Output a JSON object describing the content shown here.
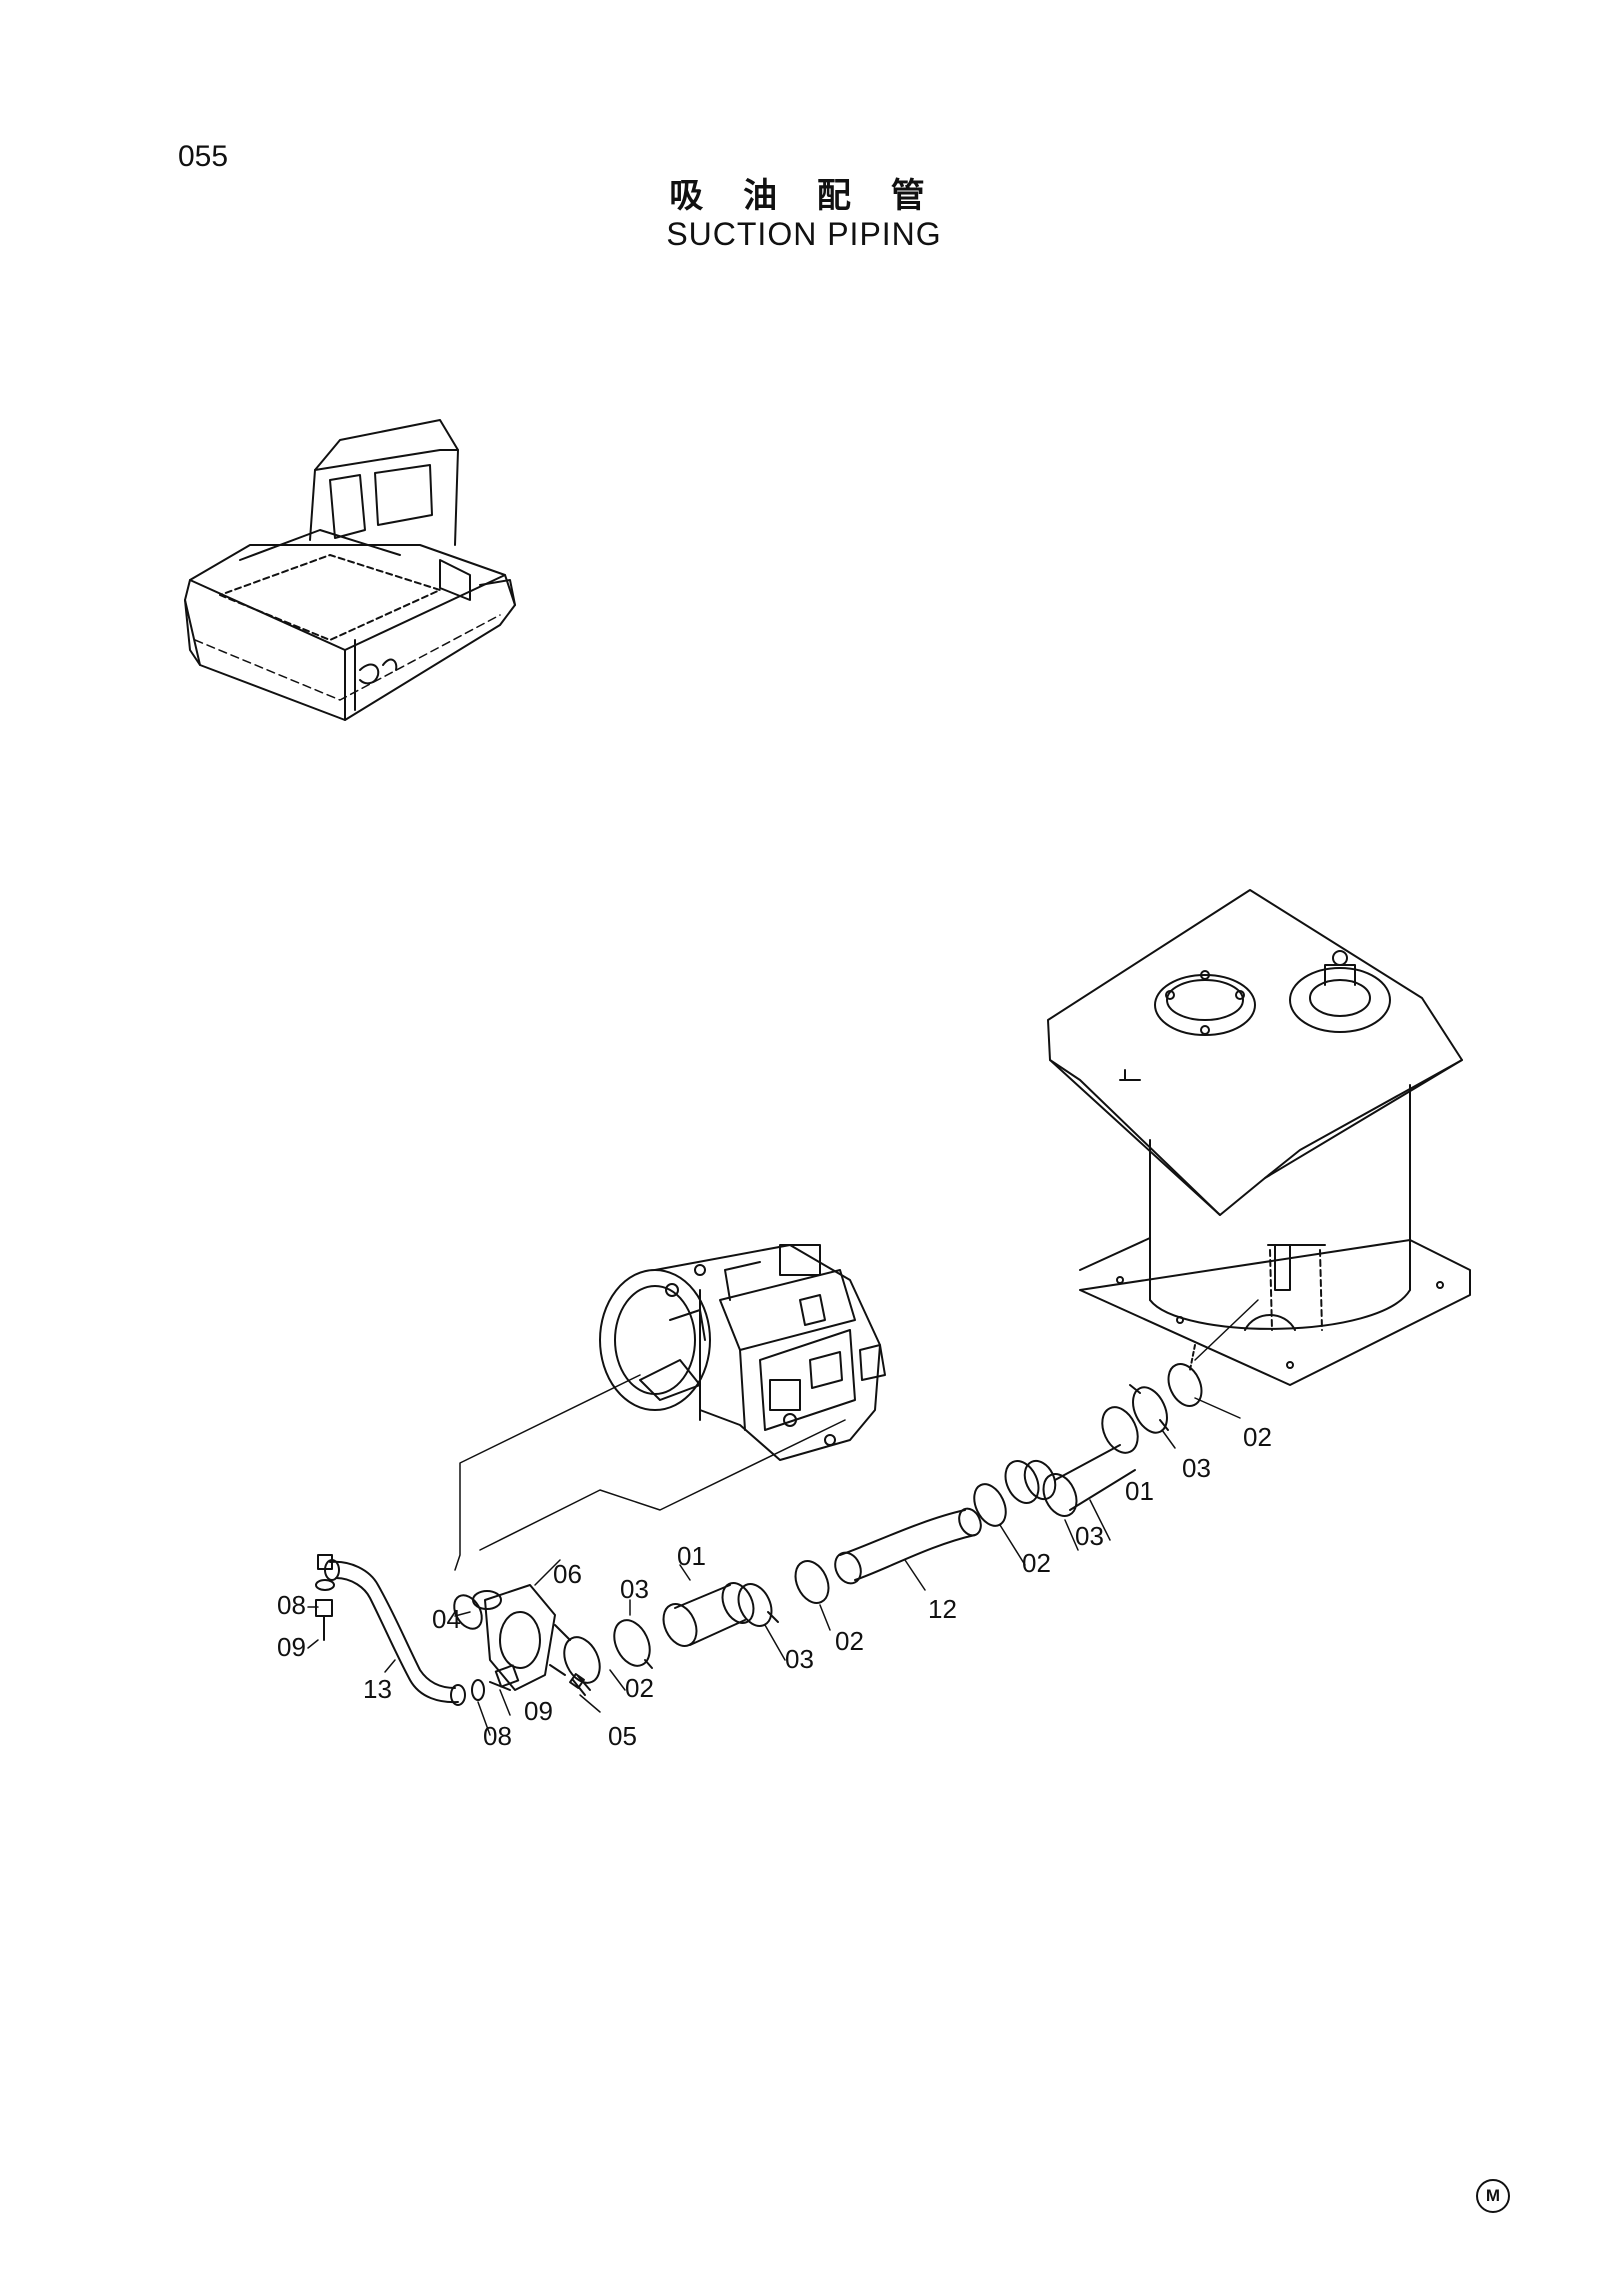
{
  "page_number": "055",
  "title_cn": "吸 油 配 管",
  "title_en": "SUCTION PIPING",
  "corner_mark": "M",
  "callouts": [
    {
      "id": "c01a",
      "label": "01"
    },
    {
      "id": "c01b",
      "label": "01"
    },
    {
      "id": "c02a",
      "label": "02"
    },
    {
      "id": "c02b",
      "label": "02"
    },
    {
      "id": "c02c",
      "label": "02"
    },
    {
      "id": "c02d",
      "label": "02"
    },
    {
      "id": "c03a",
      "label": "03"
    },
    {
      "id": "c03b",
      "label": "03"
    },
    {
      "id": "c03c",
      "label": "03"
    },
    {
      "id": "c03d",
      "label": "03"
    },
    {
      "id": "c04",
      "label": "04"
    },
    {
      "id": "c05",
      "label": "05"
    },
    {
      "id": "c06",
      "label": "06"
    },
    {
      "id": "c08a",
      "label": "08"
    },
    {
      "id": "c08b",
      "label": "08"
    },
    {
      "id": "c09a",
      "label": "09"
    },
    {
      "id": "c09b",
      "label": "09"
    },
    {
      "id": "c12",
      "label": "12"
    },
    {
      "id": "c13",
      "label": "13"
    }
  ]
}
